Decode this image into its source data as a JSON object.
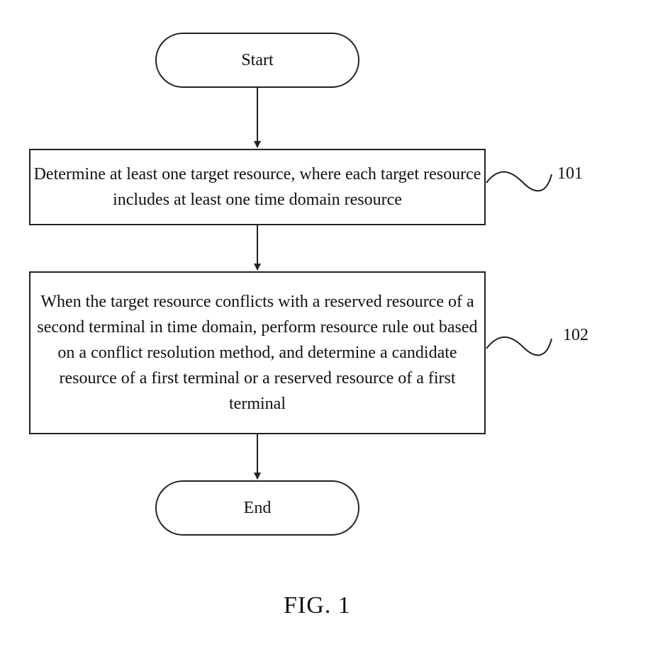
{
  "flowchart": {
    "start": {
      "label": "Start"
    },
    "steps": [
      {
        "ref": "101",
        "text": "Determine at least one target resource, where each target resource includes at least one time domain resource"
      },
      {
        "ref": "102",
        "text": "When the target resource conflicts with a reserved resource of a second terminal in time domain, perform resource rule out based on a conflict resolution method, and determine a candidate resource of a first terminal or a reserved resource of a first terminal"
      }
    ],
    "end": {
      "label": "End"
    }
  },
  "caption": "FIG. 1"
}
